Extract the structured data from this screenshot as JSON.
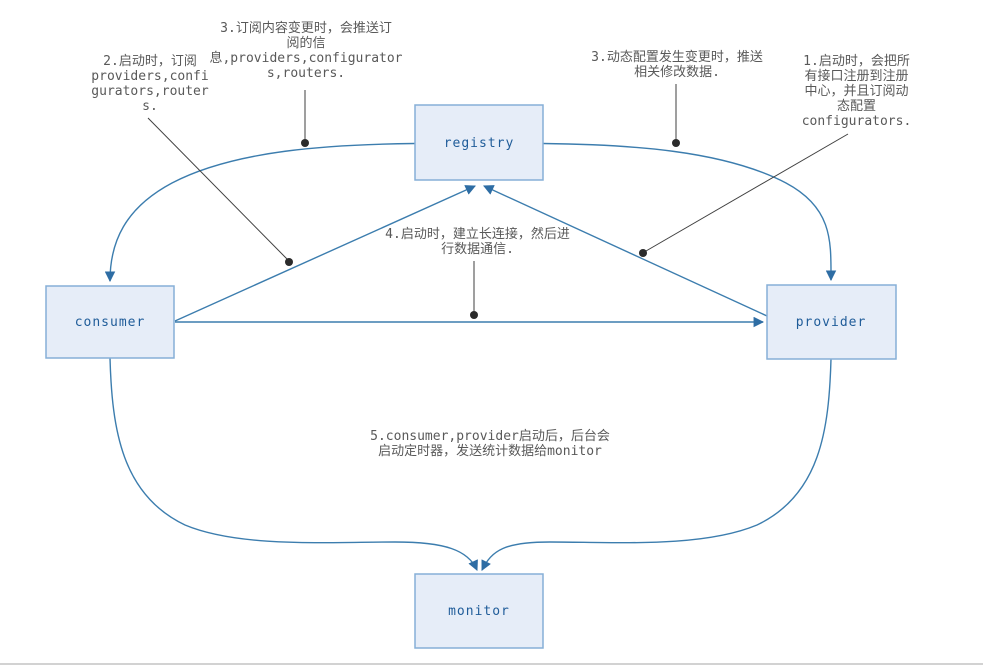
{
  "diagram": {
    "title": "dubbo-architecture-diagram",
    "nodes": {
      "registry": {
        "label": "registry"
      },
      "consumer": {
        "label": "consumer"
      },
      "provider": {
        "label": "provider"
      },
      "monitor": {
        "label": "monitor"
      }
    },
    "annotations": {
      "note1": {
        "lines": {
          "0": "1.启动时，会把所",
          "1": "有接口注册到注册",
          "2": "中心，并且订阅动",
          "3": "态配置",
          "4": "configurators."
        }
      },
      "note2": {
        "lines": {
          "0": "2.启动时，订阅",
          "1": "providers,confi",
          "2": "gurators,router",
          "3": "s."
        }
      },
      "note3_subscribe": {
        "lines": {
          "0": "3.订阅内容变更时，会推送订",
          "1": "阅的信",
          "2": "息,providers,configurator",
          "3": "s,routers."
        }
      },
      "note3_config": {
        "lines": {
          "0": "3.动态配置发生变更时，推送",
          "1": "相关修改数据."
        }
      },
      "note4": {
        "lines": {
          "0": "4.启动时，建立长连接，然后进",
          "1": "行数据通信."
        }
      },
      "note5": {
        "lines": {
          "0": "5.consumer,provider启动后，后台会",
          "1": "启动定时器，发送统计数据给monitor"
        }
      }
    },
    "colors": {
      "node_fill": "#e6edf8",
      "node_border": "#86afd7",
      "node_text": "#1f5c99",
      "connector": "#3c7dae",
      "arrowhead": "#2e6da4",
      "annotation_text": "#595959",
      "leader_line": "#3f3f3f",
      "leader_dot": "#2b2b2b",
      "divider": "#d2d2d2"
    }
  }
}
